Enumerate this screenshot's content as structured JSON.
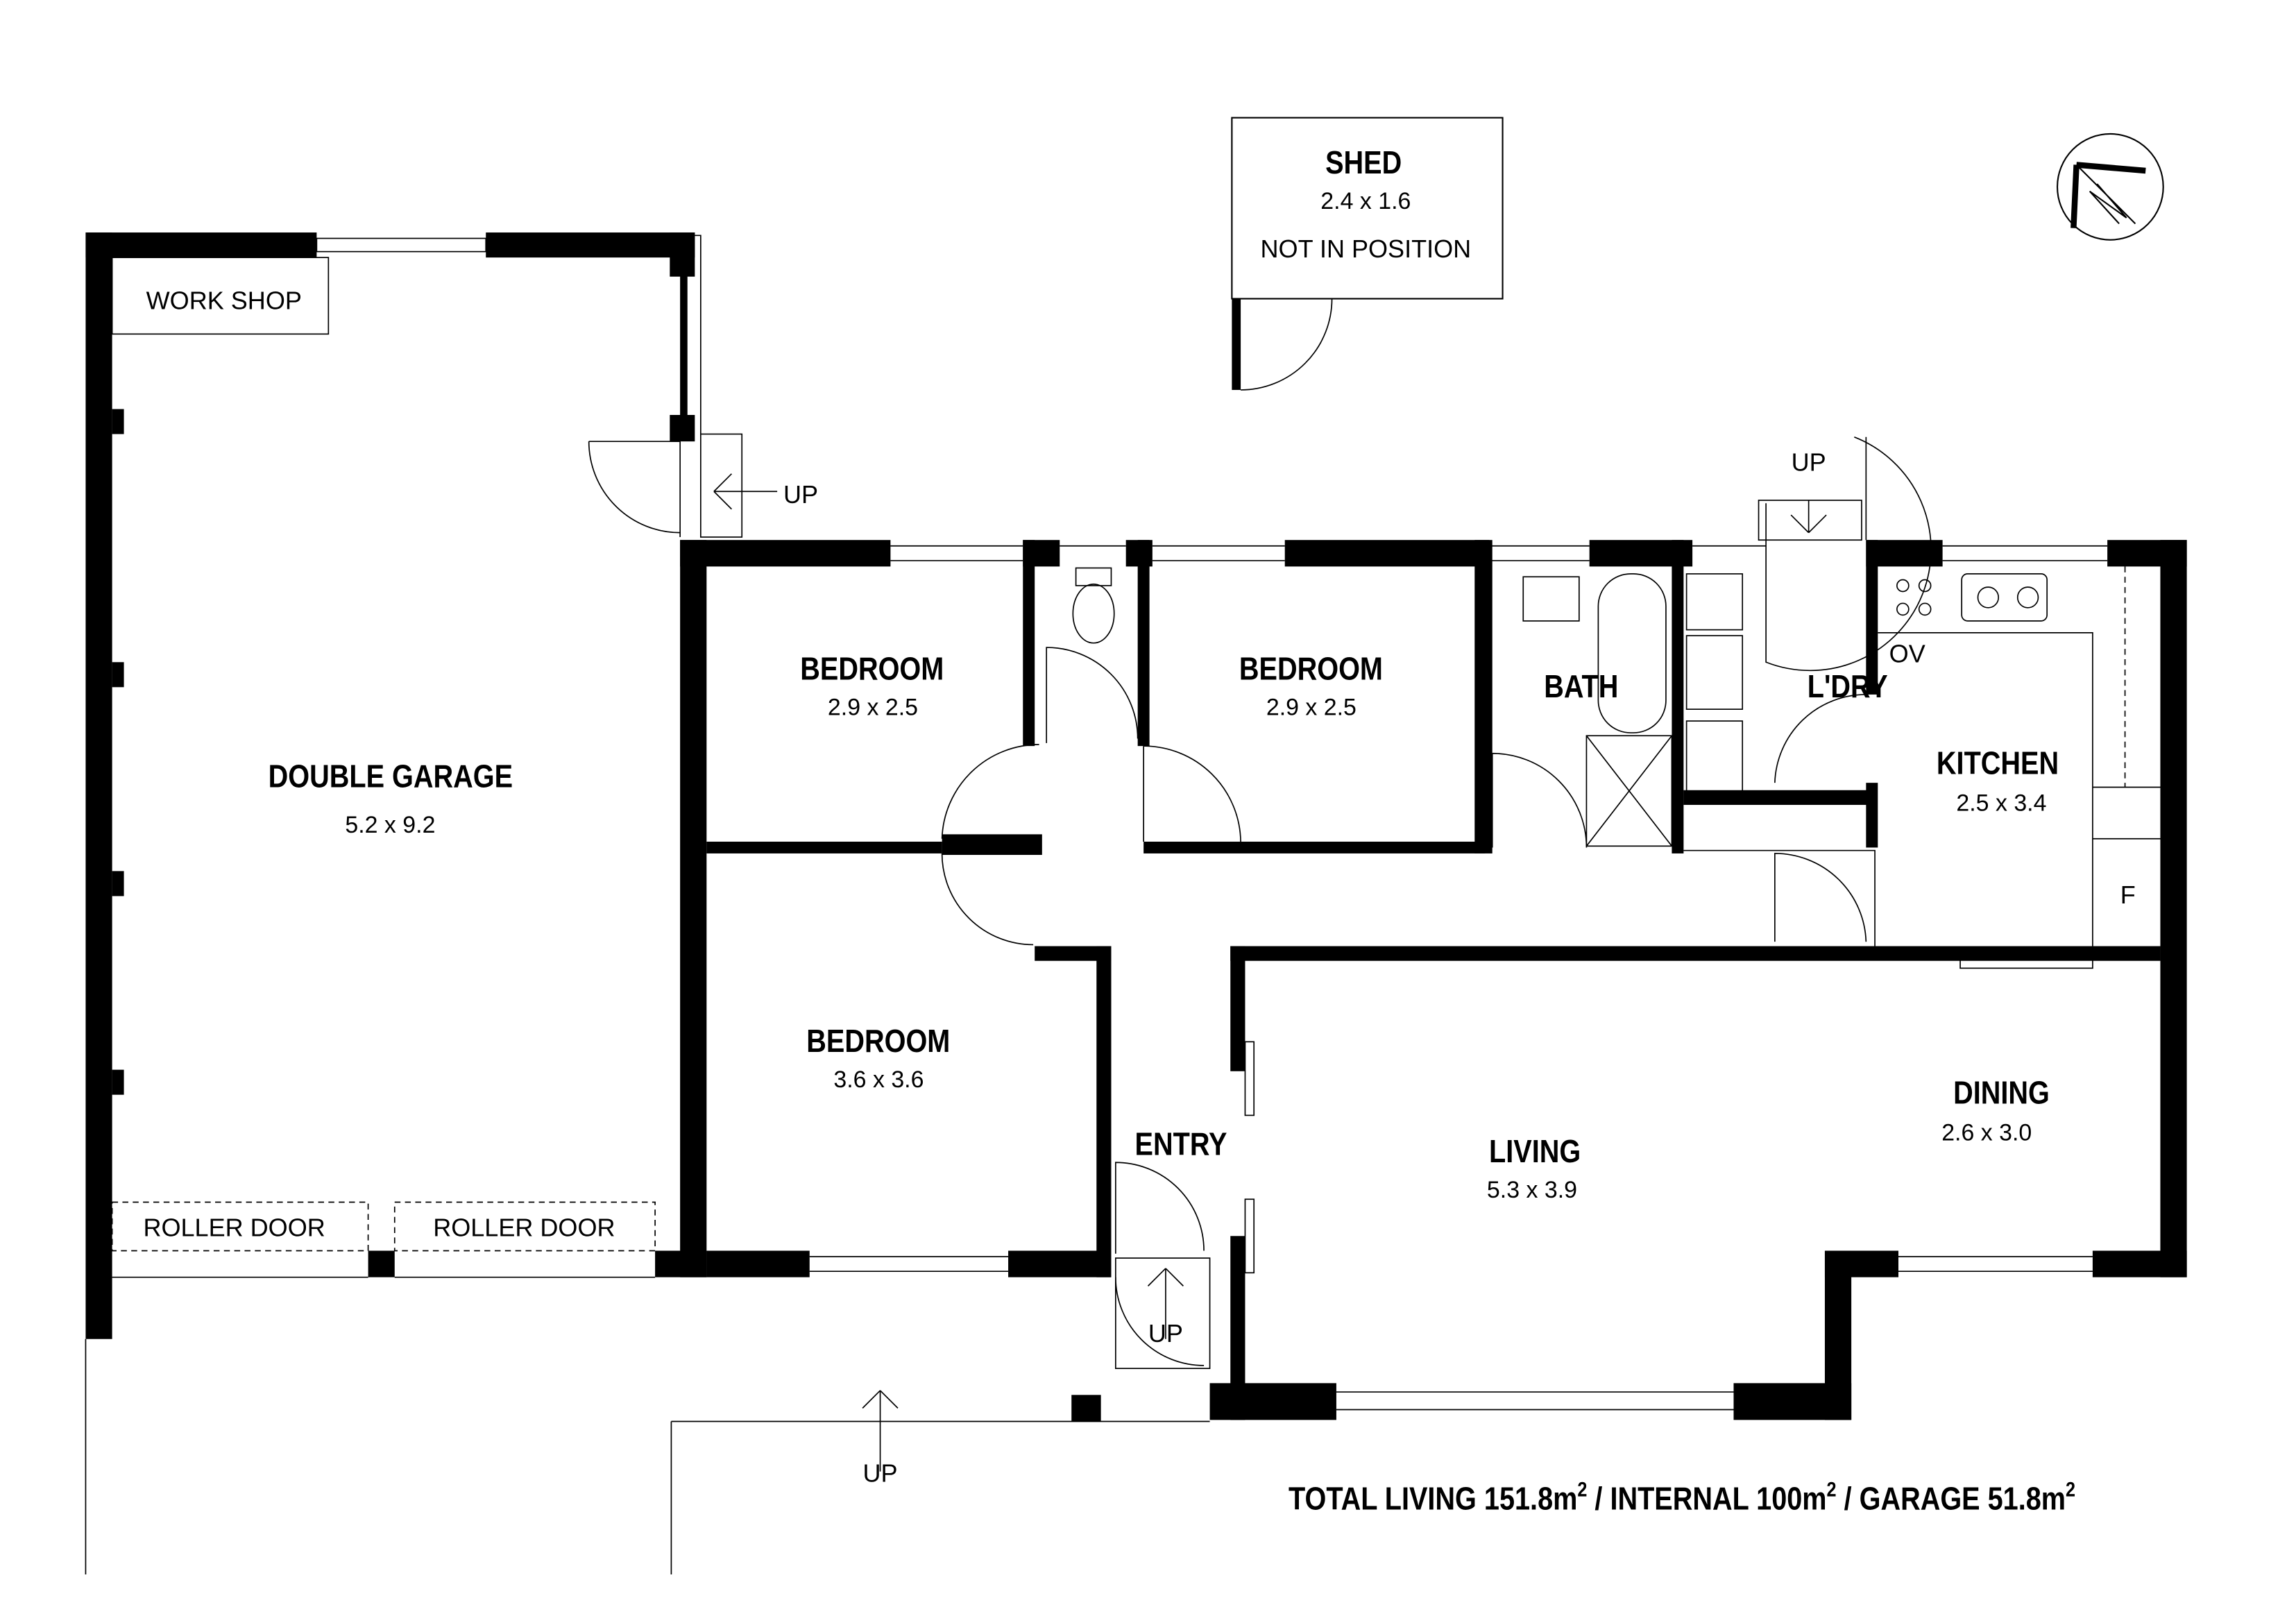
{
  "shed": {
    "name": "SHED",
    "dims": "2.4 x 1.6",
    "note": "NOT IN POSITION"
  },
  "rooms": {
    "garage": {
      "name": "DOUBLE GARAGE",
      "dims": "5.2 x 9.2"
    },
    "workshop": {
      "name": "WORK SHOP"
    },
    "roller_door_1": {
      "name": "ROLLER DOOR"
    },
    "roller_door_2": {
      "name": "ROLLER DOOR"
    },
    "bedroom1": {
      "name": "BEDROOM",
      "dims": "2.9 x 2.5"
    },
    "bedroom2": {
      "name": "BEDROOM",
      "dims": "2.9 x 2.5"
    },
    "bedroom3": {
      "name": "BEDROOM",
      "dims": "3.6 x 3.6"
    },
    "bath": {
      "name": "BATH"
    },
    "laundry": {
      "name": "L'DRY"
    },
    "kitchen": {
      "name": "KITCHEN",
      "dims": "2.5 x 3.4",
      "oven": "OV",
      "fridge": "F"
    },
    "entry": {
      "name": "ENTRY"
    },
    "living": {
      "name": "LIVING",
      "dims": "5.3 x 3.9"
    },
    "dining": {
      "name": "DINING",
      "dims": "2.6 x 3.0"
    }
  },
  "stairs": {
    "garage_up": "UP",
    "laundry_up": "UP",
    "entry_up": "UP",
    "path_up": "UP"
  },
  "totals": {
    "total_label": "TOTAL LIVING 151.8m",
    "sup1": "2",
    "internal_label": " / INTERNAL 100m",
    "sup2": "2",
    "garage_label": " / GARAGE 51.8m",
    "sup3": "2"
  },
  "compass": {
    "icon": "north-arrow-icon"
  }
}
